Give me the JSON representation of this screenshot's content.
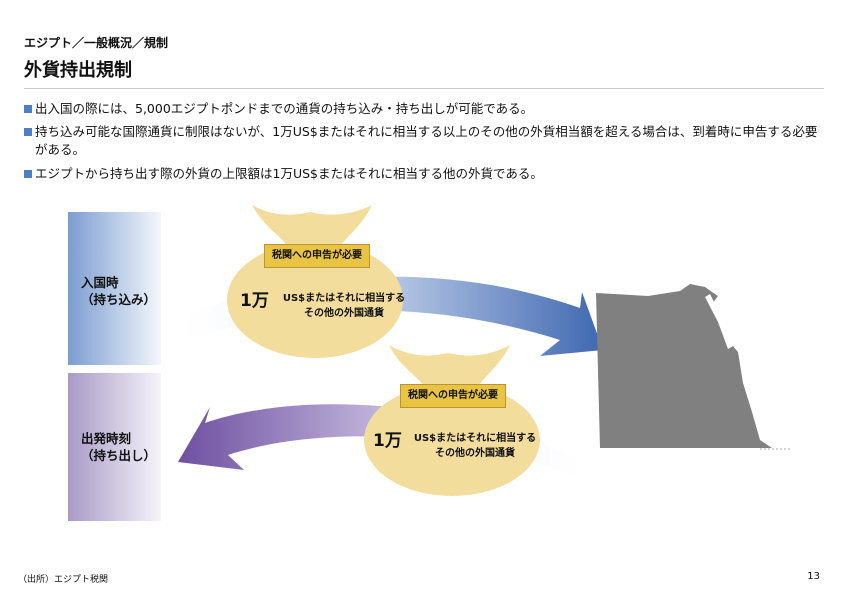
{
  "header": {
    "breadcrumb": "エジプト／一般概況／規制",
    "title": "外貨持出規制"
  },
  "bullets": [
    "出入国の際には、5,000エジプトポンドまでの通貨の持ち込み・持ち出しが可能である。",
    "持ち込み可能な国際通貨に制限はないが、1万US$またはそれに相当する以上のその他の外貨相当額を超える場合は、到着時に申告する必要がある。",
    "エジプトから持ち出す際の外貨の上限額は1万US$またはそれに相当する他の外貨である。"
  ],
  "diagram": {
    "entry_label": [
      "入国時",
      "（持ち込み）"
    ],
    "exit_label": [
      "出発時刻",
      "（持ち出し）"
    ],
    "entry_bag": {
      "tag": "税関への申告が必要",
      "amount": "1万",
      "desc_line1": "US$またはそれに相当する",
      "desc_line2": "その他の外国通貨"
    },
    "exit_bag": {
      "tag": "税関への申告が必要",
      "amount": "1万",
      "desc_line1": "US$またはそれに相当する",
      "desc_line2": "その他の外国通貨"
    },
    "colors": {
      "entry_arrow": "#3f68b0",
      "exit_arrow": "#6d4fa0",
      "bag": "#f3dd9d",
      "tag": "#e9c443",
      "map": "#808080"
    }
  },
  "footer": {
    "source": "（出所）エジプト税関",
    "page_number": "13"
  }
}
